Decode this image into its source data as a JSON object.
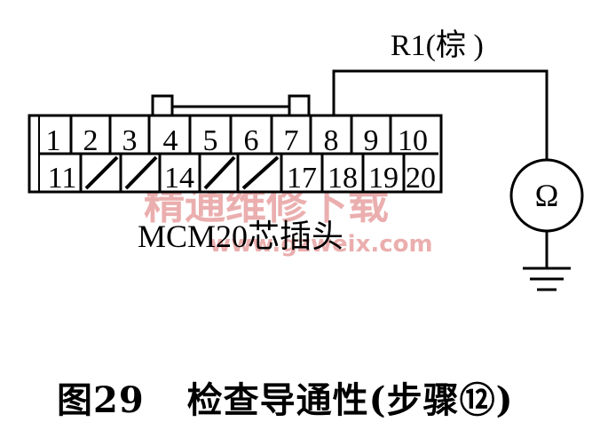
{
  "connector": {
    "top_pins": [
      "1",
      "2",
      "3",
      "4",
      "5",
      "6",
      "7",
      "8",
      "9",
      "10"
    ],
    "bottom_pins": [
      "11",
      "",
      "",
      "14",
      "",
      "",
      "17",
      "18",
      "19",
      "20"
    ],
    "label": "MCM20芯插头"
  },
  "wire_label": "R1(棕 )",
  "meter_symbol": "Ω",
  "watermark": {
    "text": "精通维修下载",
    "url": "www.gzweix.com",
    "color": "#e8a0a0"
  },
  "caption": {
    "figure": "图29",
    "title": "检查导通性(步骤⑫)"
  }
}
